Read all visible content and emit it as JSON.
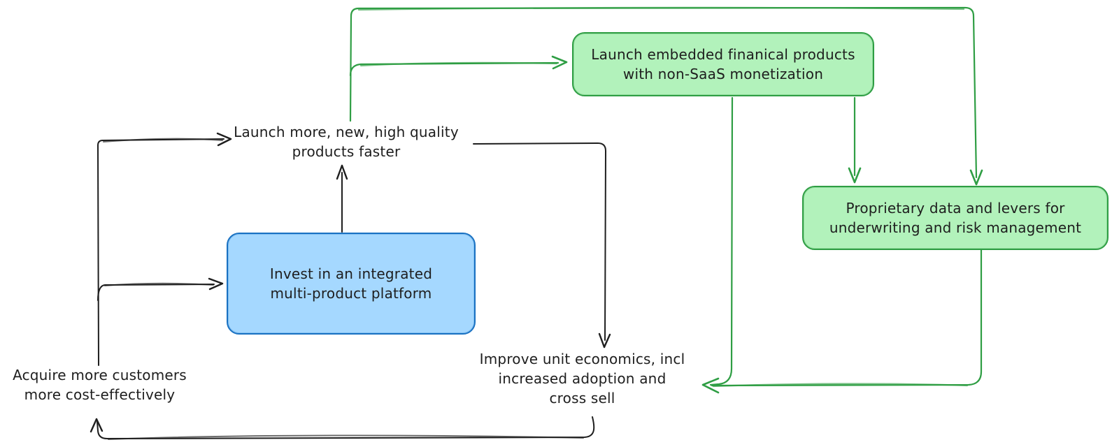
{
  "diagram": {
    "type": "hand-drawn flywheel flow diagram",
    "background": "#ffffff",
    "colors": {
      "text": "#1e1e1e",
      "black_arrow": "#1e1e1e",
      "green_arrow": "#2f9e44",
      "green_box_fill": "#b2f2bb",
      "green_box_border": "#2f9e44",
      "blue_box_fill": "#a5d8ff",
      "blue_box_border": "#1971c2"
    },
    "nodes": {
      "launch_embedded": {
        "style": "green-box",
        "line1": "Launch embedded finanical products",
        "line2": "with non-SaaS monetization"
      },
      "proprietary_data": {
        "style": "green-box",
        "line1": "Proprietary data and levers for",
        "line2": "underwriting and risk management"
      },
      "invest_platform": {
        "style": "blue-box",
        "line1": "Invest in an integrated",
        "line2": "multi-product platform"
      },
      "launch_more": {
        "style": "text-label",
        "line1": "Launch more, new, high quality",
        "line2": "products faster"
      },
      "improve_unit_economics": {
        "style": "text-label",
        "line1": "Improve unit economics, incl",
        "line2": "increased adoption and",
        "line3": "cross sell"
      },
      "acquire_customers": {
        "style": "text-label",
        "line1": "Acquire more customers",
        "line2": "more cost-effectively"
      }
    },
    "edges": [
      {
        "from": "acquire_customers",
        "to": "launch_more",
        "color": "black"
      },
      {
        "from": "acquire_customers",
        "to": "invest_platform",
        "color": "black"
      },
      {
        "from": "invest_platform",
        "to": "launch_more",
        "color": "black"
      },
      {
        "from": "launch_more",
        "to": "improve_unit_economics",
        "color": "black"
      },
      {
        "from": "improve_unit_economics",
        "to": "acquire_customers",
        "color": "black"
      },
      {
        "from": "launch_more",
        "to": "launch_embedded",
        "color": "green"
      },
      {
        "from": "launch_more",
        "to": "proprietary_data",
        "color": "green"
      },
      {
        "from": "launch_embedded",
        "to": "proprietary_data",
        "color": "green"
      },
      {
        "from": "launch_embedded",
        "to": "improve_unit_economics",
        "color": "green"
      },
      {
        "from": "proprietary_data",
        "to": "improve_unit_economics",
        "color": "green"
      }
    ]
  }
}
